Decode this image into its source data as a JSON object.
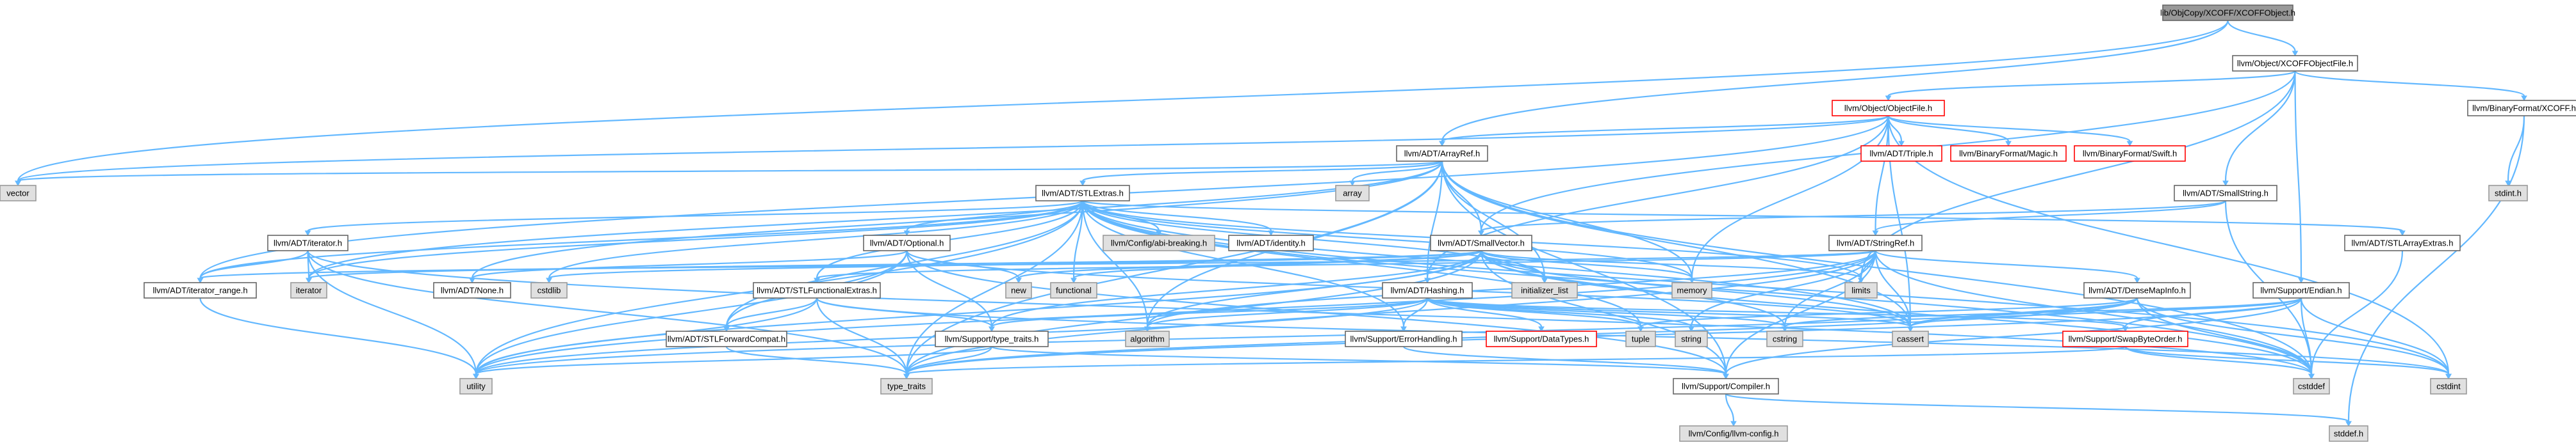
{
  "graph": {
    "title": "",
    "colors": {
      "edge": "#63b8ff",
      "root_fill": "#999999",
      "normal_border": "#666666",
      "missing_fill": "#e0e0e0",
      "missing_border": "#999999",
      "highlight_border": "#ff0000"
    },
    "nodes": [
      {
        "id": "root",
        "label": "lib/ObjCopy/XCOFF/XCOFFObject.h",
        "style": "root"
      },
      {
        "id": "xcoff_objfile",
        "label": "llvm/Object/XCOFFObjectFile.h",
        "style": "normal"
      },
      {
        "id": "vector",
        "label": "vector",
        "style": "missing"
      },
      {
        "id": "arrayref",
        "label": "llvm/ADT/ArrayRef.h",
        "style": "normal"
      },
      {
        "id": "objectfile",
        "label": "llvm/Object/ObjectFile.h",
        "style": "red"
      },
      {
        "id": "binfmt_xcoff",
        "label": "llvm/BinaryFormat/XCOFF.h",
        "style": "normal"
      },
      {
        "id": "triple",
        "label": "llvm/ADT/Triple.h",
        "style": "red"
      },
      {
        "id": "binfmt_magic",
        "label": "llvm/BinaryFormat/Magic.h",
        "style": "red"
      },
      {
        "id": "binfmt_swift",
        "label": "llvm/BinaryFormat/Swift.h",
        "style": "red"
      },
      {
        "id": "stdint_h",
        "label": "stdint.h",
        "style": "missing"
      },
      {
        "id": "array",
        "label": "array",
        "style": "missing"
      },
      {
        "id": "stlextras",
        "label": "llvm/ADT/STLExtras.h",
        "style": "normal"
      },
      {
        "id": "smallstring",
        "label": "llvm/ADT/SmallString.h",
        "style": "normal"
      },
      {
        "id": "iterator_h",
        "label": "llvm/ADT/iterator.h",
        "style": "normal"
      },
      {
        "id": "optional",
        "label": "llvm/ADT/Optional.h",
        "style": "normal"
      },
      {
        "id": "abi_breaking",
        "label": "llvm/Config/abi-breaking.h",
        "style": "missing"
      },
      {
        "id": "identity",
        "label": "llvm/ADT/identity.h",
        "style": "normal"
      },
      {
        "id": "smallvector",
        "label": "llvm/ADT/SmallVector.h",
        "style": "normal"
      },
      {
        "id": "stringref",
        "label": "llvm/ADT/StringRef.h",
        "style": "normal"
      },
      {
        "id": "stlarrayextras",
        "label": "llvm/ADT/STLArrayExtras.h",
        "style": "normal"
      },
      {
        "id": "iterator_range",
        "label": "llvm/ADT/iterator_range.h",
        "style": "normal"
      },
      {
        "id": "iterator",
        "label": "iterator",
        "style": "missing"
      },
      {
        "id": "none",
        "label": "llvm/ADT/None.h",
        "style": "normal"
      },
      {
        "id": "cstdlib",
        "label": "cstdlib",
        "style": "missing"
      },
      {
        "id": "new",
        "label": "new",
        "style": "missing"
      },
      {
        "id": "functional",
        "label": "functional",
        "style": "missing"
      },
      {
        "id": "initializer_list",
        "label": "initializer_list",
        "style": "missing"
      },
      {
        "id": "memory",
        "label": "memory",
        "style": "missing"
      },
      {
        "id": "limits",
        "label": "limits",
        "style": "missing"
      },
      {
        "id": "stlfunctionalextras",
        "label": "llvm/ADT/STLFunctionalExtras.h",
        "style": "normal"
      },
      {
        "id": "hashing",
        "label": "llvm/ADT/Hashing.h",
        "style": "normal"
      },
      {
        "id": "densemapinfo",
        "label": "llvm/ADT/DenseMapInfo.h",
        "style": "normal"
      },
      {
        "id": "endian",
        "label": "llvm/Support/Endian.h",
        "style": "normal"
      },
      {
        "id": "stlforwardcompat",
        "label": "llvm/ADT/STLForwardCompat.h",
        "style": "normal"
      },
      {
        "id": "type_traits_h",
        "label": "llvm/Support/type_traits.h",
        "style": "normal"
      },
      {
        "id": "errorhandling",
        "label": "llvm/Support/ErrorHandling.h",
        "style": "normal"
      },
      {
        "id": "datatypes",
        "label": "llvm/Support/DataTypes.h",
        "style": "red"
      },
      {
        "id": "tuple",
        "label": "tuple",
        "style": "missing"
      },
      {
        "id": "string",
        "label": "string",
        "style": "missing"
      },
      {
        "id": "cstring",
        "label": "cstring",
        "style": "missing"
      },
      {
        "id": "cassert",
        "label": "cassert",
        "style": "missing"
      },
      {
        "id": "swapbyteorder",
        "label": "llvm/Support/SwapByteOrder.h",
        "style": "red"
      },
      {
        "id": "algorithm",
        "label": "algorithm",
        "style": "missing"
      },
      {
        "id": "utility",
        "label": "utility",
        "style": "missing"
      },
      {
        "id": "type_traits",
        "label": "type_traits",
        "style": "missing"
      },
      {
        "id": "compiler",
        "label": "llvm/Support/Compiler.h",
        "style": "normal"
      },
      {
        "id": "cstddef",
        "label": "cstddef",
        "style": "missing"
      },
      {
        "id": "cstdint",
        "label": "cstdint",
        "style": "missing"
      },
      {
        "id": "llvm_config",
        "label": "llvm/Config/llvm-config.h",
        "style": "missing"
      },
      {
        "id": "stddef_h",
        "label": "stddef.h",
        "style": "missing"
      }
    ],
    "edges": [
      [
        "root",
        "xcoff_objfile"
      ],
      [
        "root",
        "vector"
      ],
      [
        "root",
        "arrayref"
      ],
      [
        "xcoff_objfile",
        "objectfile"
      ],
      [
        "xcoff_objfile",
        "binfmt_xcoff"
      ],
      [
        "xcoff_objfile",
        "smallstring"
      ],
      [
        "xcoff_objfile",
        "endian"
      ],
      [
        "xcoff_objfile",
        "limits"
      ],
      [
        "xcoff_objfile",
        "smallvector"
      ],
      [
        "objectfile",
        "arrayref"
      ],
      [
        "objectfile",
        "triple"
      ],
      [
        "objectfile",
        "binfmt_magic"
      ],
      [
        "objectfile",
        "binfmt_swift"
      ],
      [
        "objectfile",
        "stringref"
      ],
      [
        "objectfile",
        "hashing"
      ],
      [
        "objectfile",
        "memory"
      ],
      [
        "objectfile",
        "iterator_range"
      ],
      [
        "objectfile",
        "cassert"
      ],
      [
        "objectfile",
        "cstdint"
      ],
      [
        "objectfile",
        "vector"
      ],
      [
        "binfmt_xcoff",
        "stdint_h"
      ],
      [
        "binfmt_xcoff",
        "stddef_h"
      ],
      [
        "arrayref",
        "array"
      ],
      [
        "arrayref",
        "stlextras"
      ],
      [
        "arrayref",
        "smallvector"
      ],
      [
        "arrayref",
        "hashing"
      ],
      [
        "arrayref",
        "none"
      ],
      [
        "arrayref",
        "compiler"
      ],
      [
        "arrayref",
        "algorithm"
      ],
      [
        "arrayref",
        "cassert"
      ],
      [
        "arrayref",
        "cstddef"
      ],
      [
        "arrayref",
        "initializer_list"
      ],
      [
        "arrayref",
        "iterator"
      ],
      [
        "arrayref",
        "memory"
      ],
      [
        "arrayref",
        "type_traits"
      ],
      [
        "arrayref",
        "vector"
      ],
      [
        "stlextras",
        "iterator_h"
      ],
      [
        "stlextras",
        "optional"
      ],
      [
        "stlextras",
        "abi_breaking"
      ],
      [
        "stlextras",
        "identity"
      ],
      [
        "stlextras",
        "stlarrayextras"
      ],
      [
        "stlextras",
        "stlforwardcompat"
      ],
      [
        "stlextras",
        "stlfunctionalextras"
      ],
      [
        "stlextras",
        "iterator_range"
      ],
      [
        "stlextras",
        "errorhandling"
      ],
      [
        "stlextras",
        "algorithm"
      ],
      [
        "stlextras",
        "cassert"
      ],
      [
        "stlextras",
        "cstddef"
      ],
      [
        "stlextras",
        "cstdint"
      ],
      [
        "stlextras",
        "cstdlib"
      ],
      [
        "stlextras",
        "functional"
      ],
      [
        "stlextras",
        "initializer_list"
      ],
      [
        "stlextras",
        "iterator"
      ],
      [
        "stlextras",
        "limits"
      ],
      [
        "stlextras",
        "memory"
      ],
      [
        "stlextras",
        "tuple"
      ],
      [
        "stlextras",
        "type_traits"
      ],
      [
        "stlextras",
        "utility"
      ],
      [
        "smallstring",
        "smallvector"
      ],
      [
        "smallstring",
        "stringref"
      ],
      [
        "smallstring",
        "cstddef"
      ],
      [
        "iterator_h",
        "iterator_range"
      ],
      [
        "iterator_h",
        "iterator"
      ],
      [
        "iterator_h",
        "cstddef"
      ],
      [
        "iterator_h",
        "type_traits"
      ],
      [
        "iterator_h",
        "utility"
      ],
      [
        "optional",
        "none"
      ],
      [
        "optional",
        "stlforwardcompat"
      ],
      [
        "optional",
        "compiler"
      ],
      [
        "optional",
        "type_traits_h"
      ],
      [
        "optional",
        "cassert"
      ],
      [
        "optional",
        "new"
      ],
      [
        "optional",
        "utility"
      ],
      [
        "smallvector",
        "compiler"
      ],
      [
        "smallvector",
        "type_traits_h"
      ],
      [
        "smallvector",
        "algorithm"
      ],
      [
        "smallvector",
        "cassert"
      ],
      [
        "smallvector",
        "cstddef"
      ],
      [
        "smallvector",
        "cstdlib"
      ],
      [
        "smallvector",
        "cstring"
      ],
      [
        "smallvector",
        "functional"
      ],
      [
        "smallvector",
        "initializer_list"
      ],
      [
        "smallvector",
        "iterator"
      ],
      [
        "smallvector",
        "limits"
      ],
      [
        "smallvector",
        "memory"
      ],
      [
        "smallvector",
        "new"
      ],
      [
        "smallvector",
        "type_traits"
      ],
      [
        "smallvector",
        "utility"
      ],
      [
        "stringref",
        "densemapinfo"
      ],
      [
        "stringref",
        "stlfunctionalextras"
      ],
      [
        "stringref",
        "iterator_range"
      ],
      [
        "stringref",
        "compiler"
      ],
      [
        "stringref",
        "algorithm"
      ],
      [
        "stringref",
        "cassert"
      ],
      [
        "stringref",
        "cstddef"
      ],
      [
        "stringref",
        "cstring"
      ],
      [
        "stringref",
        "limits"
      ],
      [
        "stringref",
        "string"
      ],
      [
        "stringref",
        "type_traits"
      ],
      [
        "stringref",
        "utility"
      ],
      [
        "stlarrayextras",
        "cstddef"
      ],
      [
        "iterator_range",
        "utility"
      ],
      [
        "stlfunctionalextras",
        "stlforwardcompat"
      ],
      [
        "stlfunctionalextras",
        "type_traits_h"
      ],
      [
        "stlfunctionalextras",
        "cstdint"
      ],
      [
        "stlfunctionalextras",
        "type_traits"
      ],
      [
        "stlfunctionalextras",
        "utility"
      ],
      [
        "hashing",
        "errorhandling"
      ],
      [
        "hashing",
        "datatypes"
      ],
      [
        "hashing",
        "type_traits_h"
      ],
      [
        "hashing",
        "swapbyteorder"
      ],
      [
        "hashing",
        "algorithm"
      ],
      [
        "hashing",
        "cassert"
      ],
      [
        "hashing",
        "cstring"
      ],
      [
        "hashing",
        "string"
      ],
      [
        "hashing",
        "tuple"
      ],
      [
        "hashing",
        "utility"
      ],
      [
        "densemapinfo",
        "cassert"
      ],
      [
        "densemapinfo",
        "cstddef"
      ],
      [
        "densemapinfo",
        "cstdint"
      ],
      [
        "densemapinfo",
        "tuple"
      ],
      [
        "densemapinfo",
        "type_traits"
      ],
      [
        "densemapinfo",
        "utility"
      ],
      [
        "endian",
        "compiler"
      ],
      [
        "endian",
        "swapbyteorder"
      ],
      [
        "endian",
        "cassert"
      ],
      [
        "endian",
        "cstddef"
      ],
      [
        "endian",
        "cstdint"
      ],
      [
        "endian",
        "cstring"
      ],
      [
        "endian",
        "type_traits"
      ],
      [
        "stlforwardcompat",
        "type_traits"
      ],
      [
        "type_traits_h",
        "compiler"
      ],
      [
        "type_traits_h",
        "type_traits"
      ],
      [
        "type_traits_h",
        "utility"
      ],
      [
        "errorhandling",
        "compiler"
      ],
      [
        "swapbyteorder",
        "cstddef"
      ],
      [
        "swapbyteorder",
        "cstdint"
      ],
      [
        "swapbyteorder",
        "type_traits"
      ],
      [
        "compiler",
        "llvm_config"
      ],
      [
        "compiler",
        "stddef_h"
      ]
    ]
  }
}
